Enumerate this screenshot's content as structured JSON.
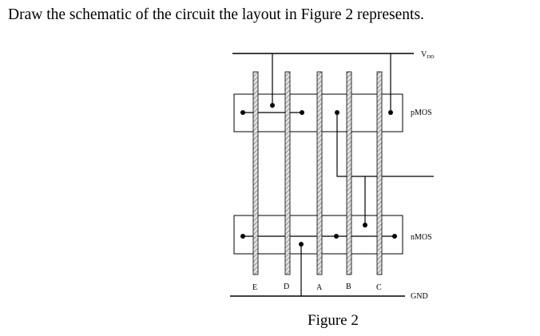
{
  "question": "Draw the schematic of the circuit the layout in Figure 2 represents.",
  "figure": {
    "caption": "Figure 2",
    "rail_labels": {
      "vdd_main": "V",
      "vdd_sub": "DD",
      "gnd": "GND"
    },
    "region_labels": {
      "pmos": "pMOS",
      "nmos": "nMOS"
    },
    "gate_labels": [
      "E",
      "D",
      "A",
      "B",
      "C"
    ]
  },
  "colors": {
    "ink": "#000000",
    "poly_fill": "#e2e2e2"
  }
}
